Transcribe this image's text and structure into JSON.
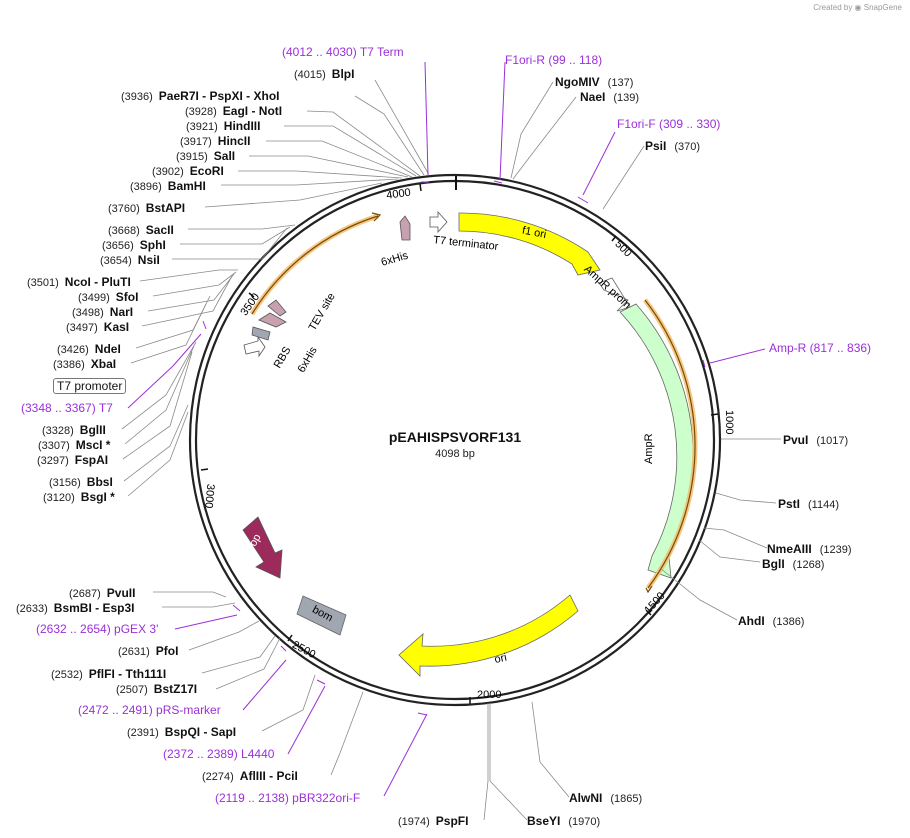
{
  "credit": "Created by ◉ SnapGene",
  "plasmid": {
    "name": "pEAHISPSVORF131",
    "size": "4098 bp"
  },
  "ticks": [
    "500",
    "1000",
    "1500",
    "2000",
    "2500",
    "3000",
    "3500",
    "4000"
  ],
  "features": [
    {
      "label": "f1 ori",
      "color": "#ffff00"
    },
    {
      "label": "AmpR promoter",
      "color": "#ffffff"
    },
    {
      "label": "AmpR",
      "color": "#ccffcc"
    },
    {
      "label": "ori",
      "color": "#ffff00"
    },
    {
      "label": "bom",
      "color": "#a0a7b0"
    },
    {
      "label": "rop",
      "color": "#9c2a5b"
    },
    {
      "label": "RBS",
      "color": "#ffffff"
    },
    {
      "label": "6xHis",
      "color": "#a0a7b0"
    },
    {
      "label": "TEV site",
      "color": "#c9a0b0"
    },
    {
      "label": "6xHis",
      "color": "#c9a0b0"
    },
    {
      "label": "T7 terminator",
      "color": "#ffffff"
    }
  ],
  "t7_promoter_label": "T7 promoter",
  "enzymes": [
    {
      "pos": "(4015)",
      "name": "BlpI"
    },
    {
      "pos": "(3936)",
      "name": "PaeR7I  - PspXI  - XhoI"
    },
    {
      "pos": "(3928)",
      "name": "EagI  - NotI"
    },
    {
      "pos": "(3921)",
      "name": "HindIII"
    },
    {
      "pos": "(3917)",
      "name": "HincII"
    },
    {
      "pos": "(3915)",
      "name": "SalI"
    },
    {
      "pos": "(3902)",
      "name": "EcoRI"
    },
    {
      "pos": "(3896)",
      "name": "BamHI"
    },
    {
      "pos": "(3760)",
      "name": "BstAPI"
    },
    {
      "pos": "(3668)",
      "name": "SacII"
    },
    {
      "pos": "(3656)",
      "name": "SphI"
    },
    {
      "pos": "(3654)",
      "name": "NsiI"
    },
    {
      "pos": "(3501)",
      "name": "NcoI  - PluTI"
    },
    {
      "pos": "(3499)",
      "name": "SfoI"
    },
    {
      "pos": "(3498)",
      "name": "NarI"
    },
    {
      "pos": "(3497)",
      "name": "KasI"
    },
    {
      "pos": "(3426)",
      "name": "NdeI"
    },
    {
      "pos": "(3386)",
      "name": "XbaI"
    },
    {
      "pos": "(3328)",
      "name": "BglII"
    },
    {
      "pos": "(3307)",
      "name": "MscI *"
    },
    {
      "pos": "(3297)",
      "name": "FspAI"
    },
    {
      "pos": "(3156)",
      "name": "BbsI"
    },
    {
      "pos": "(3120)",
      "name": "BsgI *"
    },
    {
      "pos": "(2687)",
      "name": "PvuII"
    },
    {
      "pos": "(2633)",
      "name": "BsmBI  - Esp3I"
    },
    {
      "pos": "(2631)",
      "name": "PfoI"
    },
    {
      "pos": "(2532)",
      "name": "PflFI  - Tth111I"
    },
    {
      "pos": "(2507)",
      "name": "BstZ17I"
    },
    {
      "pos": "(2391)",
      "name": "BspQI  - SapI"
    },
    {
      "pos": "(2274)",
      "name": "AflIII  - PciI"
    },
    {
      "pos": "(1974)",
      "name": "PspFI"
    },
    {
      "pos": "(1970)",
      "name": "BseYI"
    },
    {
      "pos": "(1865)",
      "name": "AlwNI"
    },
    {
      "pos": "(1386)",
      "name": "AhdI"
    },
    {
      "pos": "(1268)",
      "name": "BglI"
    },
    {
      "pos": "(1239)",
      "name": "NmeAIII"
    },
    {
      "pos": "(1144)",
      "name": "PstI"
    },
    {
      "pos": "(1017)",
      "name": "PvuI"
    },
    {
      "pos": "(370)",
      "name": "PsiI"
    },
    {
      "pos": "(139)",
      "name": "NaeI"
    },
    {
      "pos": "(137)",
      "name": "NgoMIV"
    }
  ],
  "primers": [
    {
      "label": "(4012 .. 4030)  T7 Term"
    },
    {
      "label": "F1ori-R   (99 .. 118)"
    },
    {
      "label": "F1ori-F   (309 .. 330)"
    },
    {
      "label": "Amp-R   (817 .. 836)"
    },
    {
      "label": "(3348 .. 3367)  T7"
    },
    {
      "label": "(2632 .. 2654)  pGEX 3'"
    },
    {
      "label": "(2472 .. 2491)  pRS-marker"
    },
    {
      "label": "(2372 .. 2389)  L4440"
    },
    {
      "label": "(2119 .. 2138)  pBR322ori-F"
    }
  ]
}
